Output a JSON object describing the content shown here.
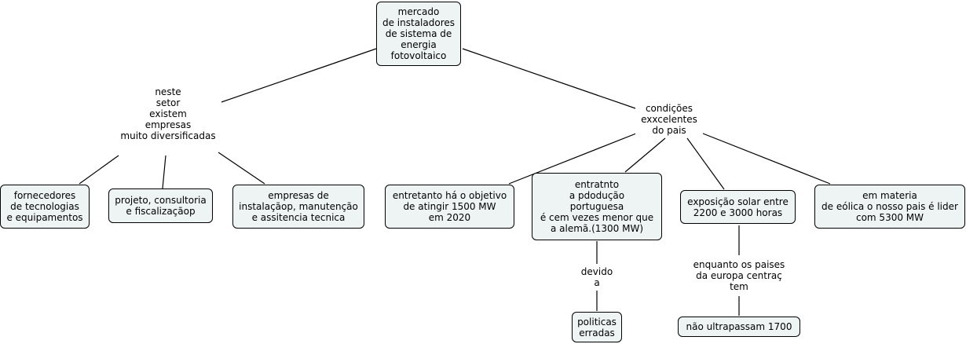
{
  "map": {
    "root": "mercado\nde instaladores\nde sistema de\nenergia\nfotovoltaico",
    "left_link": "neste\nsetor\nexistem\nempresas\nmuito diversificadas",
    "right_link": "condições\nexxcelentes\ndo pais",
    "fornecedores": "fornecedores\nde tecnologias\ne equipamentos",
    "projeto": "projeto, consultoria\ne fiscalizaçãop",
    "empresas": "empresas de\ninstalaçãop, manutenção\ne assitencia tecnica",
    "objetivo": "entretanto há o objetivo\nde atingir 1500 MW\nem 2020",
    "producao": "entratnto\na pdodução\nportuguesa\né cem vezes menor que\na alemã.(1300 MW)",
    "exposicao": "exposição solar entre\n2200 e 3000 horas",
    "eolica": "em materia\nde eólica o nosso pais é lider\ncom 5300 MW",
    "devido": "devido\na",
    "politicas": "politicas\nerradas",
    "enquanto": "enquanto os paises\nda europa centraç\ntem",
    "ultrapassam": "não ultrapassam 1700"
  }
}
